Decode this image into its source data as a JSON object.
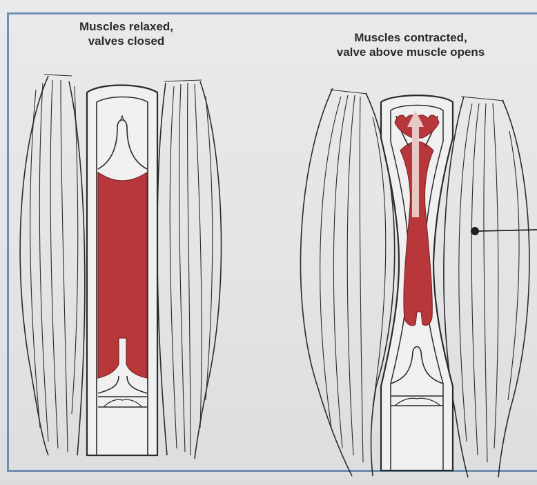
{
  "panels": [
    {
      "caption_line1": "Muscles relaxed,",
      "caption_line2": "valves closed"
    },
    {
      "caption_line1": "Muscles contracted,",
      "caption_line2": "valve above muscle opens"
    }
  ],
  "colors": {
    "blood": "#b7373a",
    "outline": "#2a2a2a",
    "frame": "#6f8fb0",
    "paper": "#e6e7e9"
  }
}
